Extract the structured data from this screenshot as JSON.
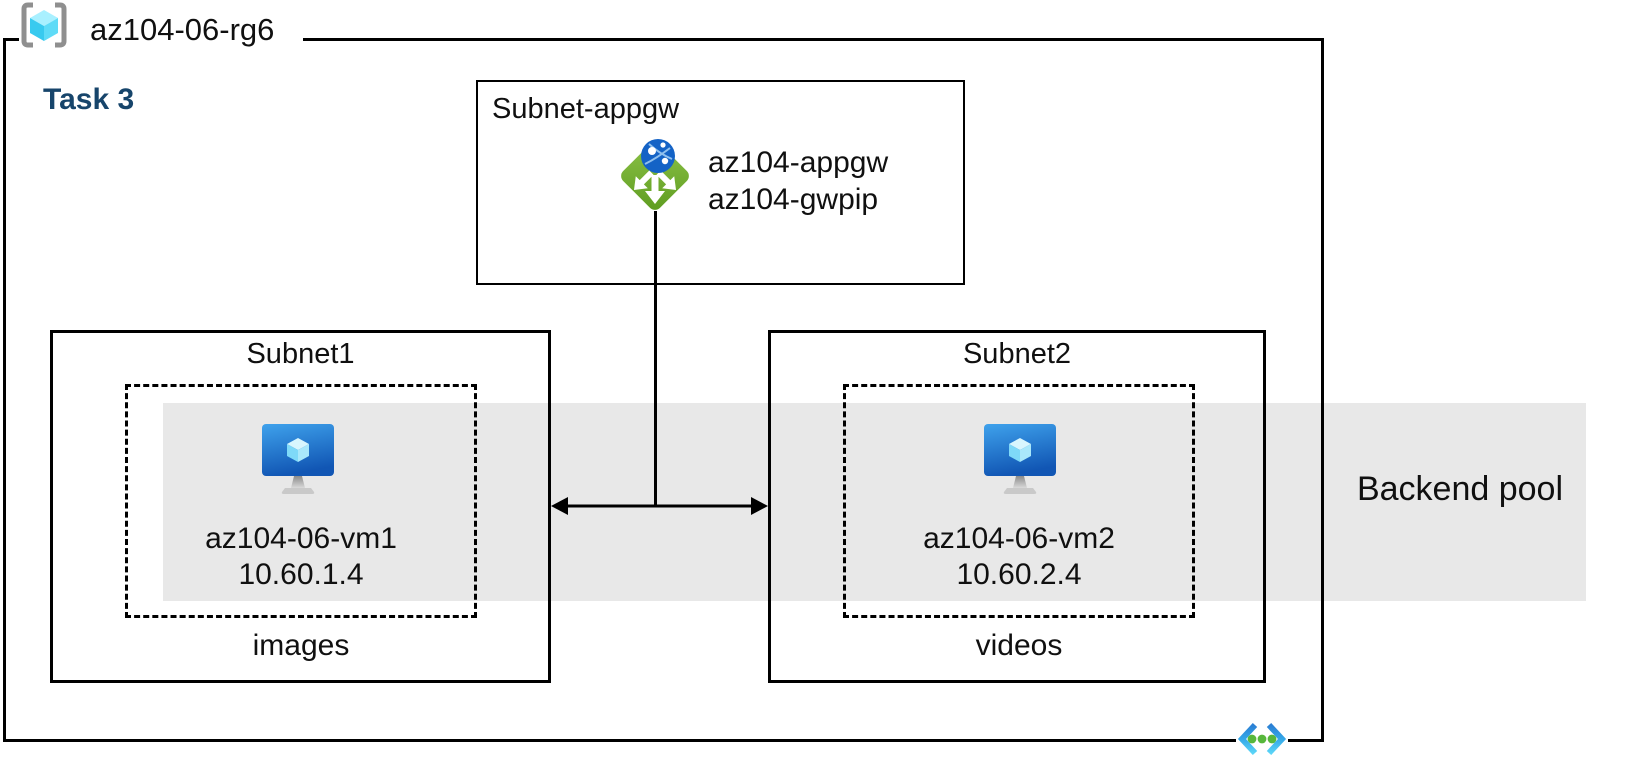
{
  "diagram": {
    "resource_group": {
      "label": "az104-06-rg6"
    },
    "task_label": "Task 3",
    "appgw_subnet": {
      "label": "Subnet-appgw",
      "gateway_name": "az104-appgw",
      "public_ip_name": "az104-gwpip"
    },
    "subnet1": {
      "label": "Subnet1",
      "vm_name": "az104-06-vm1",
      "vm_ip": "10.60.1.4",
      "caption": "images"
    },
    "subnet2": {
      "label": "Subnet2",
      "vm_name": "az104-06-vm2",
      "vm_ip": "10.60.2.4",
      "caption": "videos"
    },
    "backend_pool_label": "Backend pool",
    "icons": {
      "resource_group": "resource-group-icon",
      "application_gateway": "application-gateway-icon",
      "virtual_machine": "virtual-machine-icon",
      "virtual_network": "virtual-network-icon"
    },
    "colors": {
      "task_label": "#17456B",
      "backend_band": "#E8E8E8",
      "appgw_green": "#6FAE2C",
      "globe_blue": "#1463C6",
      "vm_blue": "#2387DF",
      "vnet_cyan": "#50C8F0",
      "dot_green": "#57B73C",
      "line_black": "#000000",
      "bracket_gray": "#8F8F8F",
      "cube_cyan": "#50E6FF"
    }
  }
}
